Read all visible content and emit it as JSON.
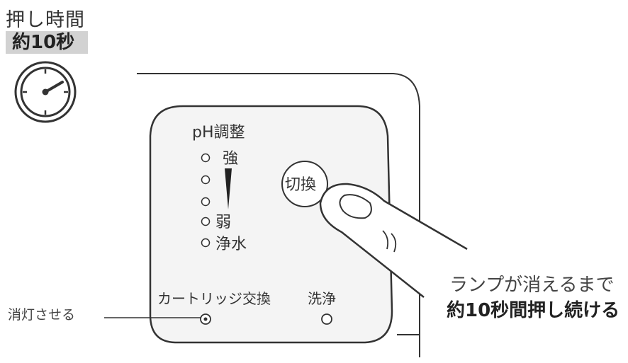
{
  "press_time": {
    "title": "押し時間",
    "value": "約10秒",
    "icon": "stopwatch-icon"
  },
  "panel": {
    "ph_title": "pH調整",
    "levels": [
      "強",
      "",
      "",
      "弱",
      "浄水"
    ],
    "switch_button_label": "切換",
    "cartridge_label": "カートリッジ交換",
    "wash_label": "洗浄"
  },
  "callout": {
    "turn_off_label": "消灯させる"
  },
  "instructions": {
    "line1": "ランプが消えるまで",
    "line2": "約10秒間押し続ける"
  },
  "colors": {
    "stroke": "#333333",
    "label_background": "#d2d2d2",
    "panel_fill": "#f4f4f4"
  }
}
